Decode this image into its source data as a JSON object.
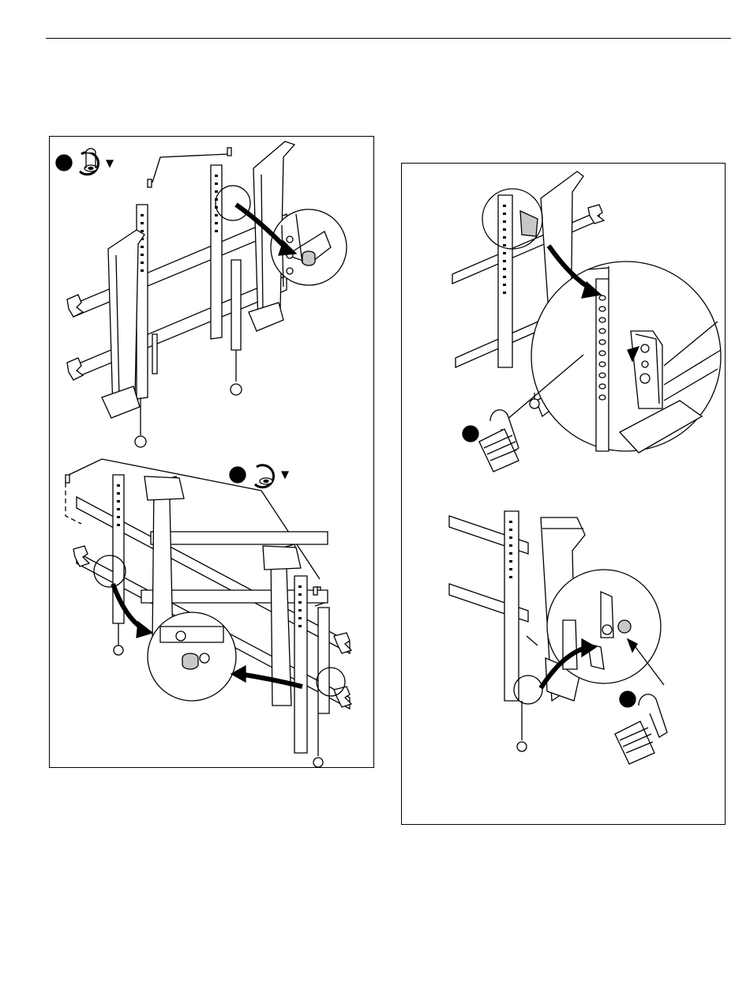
{
  "page": {
    "header_rule": true
  },
  "figures": [
    {
      "panel": "left",
      "steps": [
        "tighten-screw-step-top",
        "tighten-screw-step-bottom"
      ],
      "icons": [
        "circular-arrow-tighten-icon",
        "step-bullet-icon"
      ]
    },
    {
      "panel": "right",
      "steps": [
        "insert-pin-step-top",
        "insert-pin-step-bottom"
      ],
      "icons": [
        "locking-pin-icon",
        "step-bullet-icon"
      ]
    }
  ],
  "colors": {
    "line": "#000000",
    "fill": "#ffffff",
    "shade": "#c8c8c8",
    "dark": "#1a1a1a"
  }
}
